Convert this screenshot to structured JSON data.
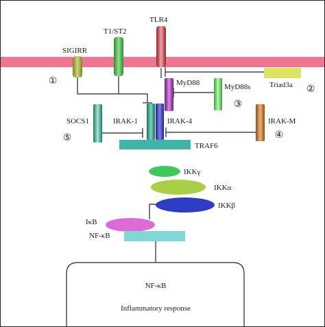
{
  "receptors": {
    "sigirr": "SIGIRR",
    "t1st2": "T1/ST2",
    "tlr4": "TLR4",
    "triad3a": "Triad3a",
    "myd88": "MyD88",
    "myd88s": "MyD88s",
    "socs1": "SOCS1",
    "irak1": "IRAK-1",
    "irak4": "IRAK-4",
    "irakm": "IRAK-M",
    "traf6": "TRAF6"
  },
  "ikk": {
    "gamma": "IKKγ",
    "alpha": "IKKα",
    "beta": "IKKβ"
  },
  "nfkb_complex": {
    "ikb": "IκB",
    "nfkb": "NF-κB"
  },
  "nucleus": {
    "title": "NF-κB",
    "subtitle": "Inflammatory response"
  },
  "markers": [
    "①",
    "②",
    "③",
    "④",
    "⑤"
  ],
  "colors": {
    "membrane": "#f07590",
    "sigirr": "#a6ad3c",
    "t1st2": "#55b04e",
    "tlr4": "#c9474f",
    "triad3a": "#dde35e",
    "myd88": "#a63fb1",
    "myd88s": "#6be05e",
    "socs1": "#3fa58e",
    "irak1": "#2ea48a",
    "irak4": "#3b3ec8",
    "irakm": "#c77a33",
    "traf6": "#42b3a8",
    "ikk_gamma": "#3ec95a",
    "ikk_alpha": "#a9cf47",
    "ikk_beta": "#2f3dc4",
    "ikb": "#dd6ad6",
    "nfkb": "#7fd8d5"
  }
}
